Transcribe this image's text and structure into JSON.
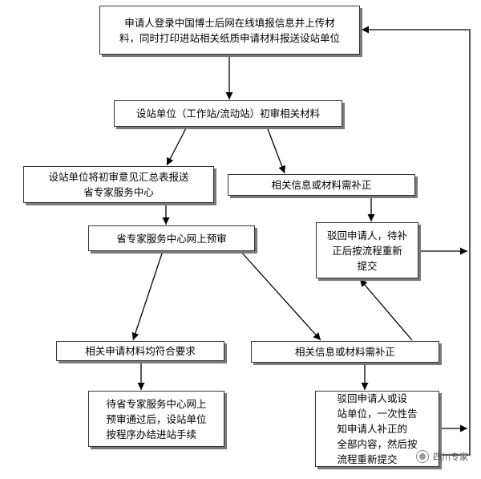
{
  "nodes": {
    "n1": "申请人登录中国博士后网在线填报信息并上传材\n料，同时打印进站相关纸质申请材料报送设站单位",
    "n2": "设站单位（工作站/流动站）初审相关材料",
    "n3": "设站单位将初审意见汇总表报送\n省专家服务中心",
    "n4": "相关信息或材料需补正",
    "n5": "驳回申请人，待补\n正后按流程重新\n提交",
    "n6": "省专家服务中心网上预审",
    "n7": "相关申请材料均符合要求",
    "n8": "相关信息或材料需补正",
    "n9": "待省专家服务中心网上\n预审通过后，设站单位\n按程序办结进站手续",
    "n10": "驳回申请人或设\n站单位，一次性告\n知申请人补正的\n全部内容，然后按\n流程重新提交"
  },
  "watermark": {
    "text": "四川专家"
  }
}
